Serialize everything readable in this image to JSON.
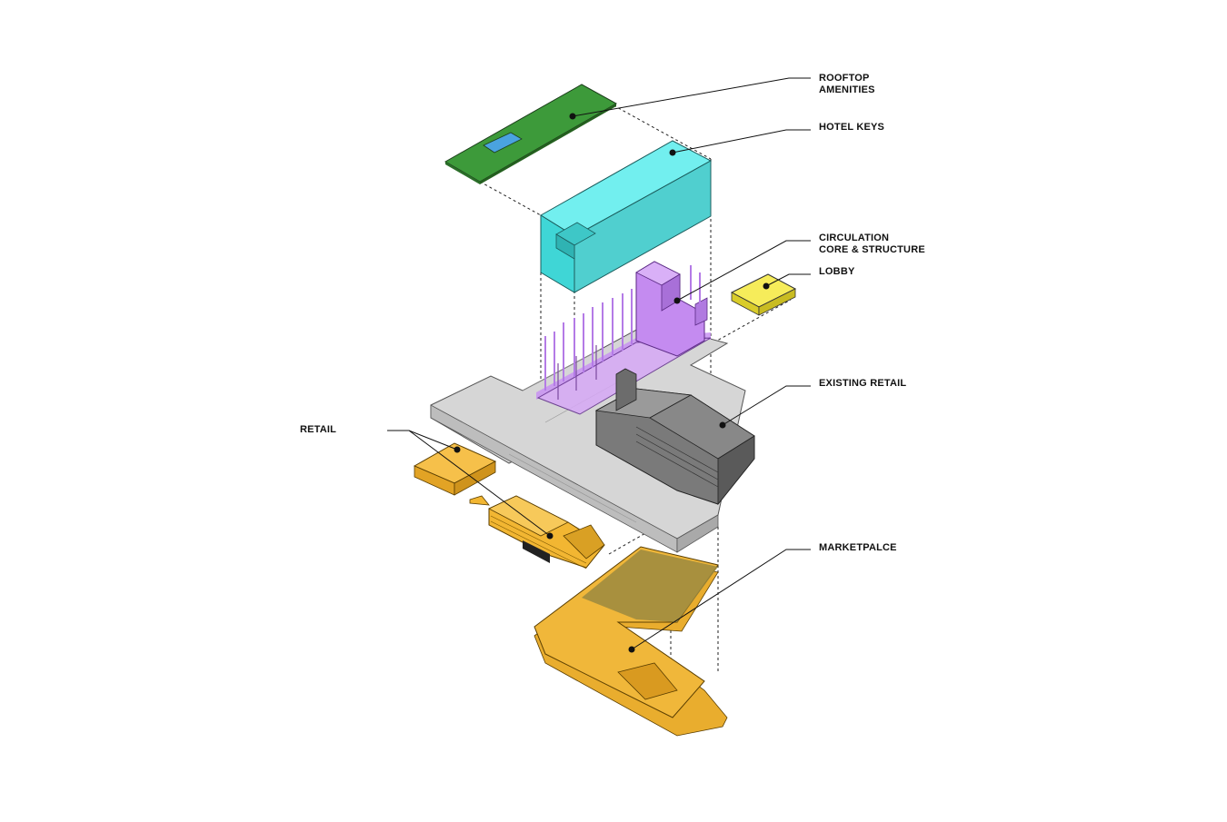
{
  "labels": {
    "rooftop_line1": "ROOFTOP",
    "rooftop_line2": "AMENITIES",
    "hotel_keys": "HOTEL KEYS",
    "circulation_line1": "CIRCULATION",
    "circulation_line2": "CORE & STRUCTURE",
    "lobby": "LOBBY",
    "existing_retail": "EXISTING RETAIL",
    "retail": "RETAIL",
    "marketplace": "MARKETPALCE"
  },
  "colors": {
    "rooftop": "#3d9a3a",
    "pool": "#4aa3e0",
    "hotel": "#55e3e3",
    "circulation": "#c48bf0",
    "lobby": "#f0e43a",
    "podium": "#cfcfcf",
    "existing_retail": "#6f6f6f",
    "retail": "#f2b632",
    "marketplace": "#f0b73a",
    "marketplace_dark": "#8a7a3a"
  }
}
